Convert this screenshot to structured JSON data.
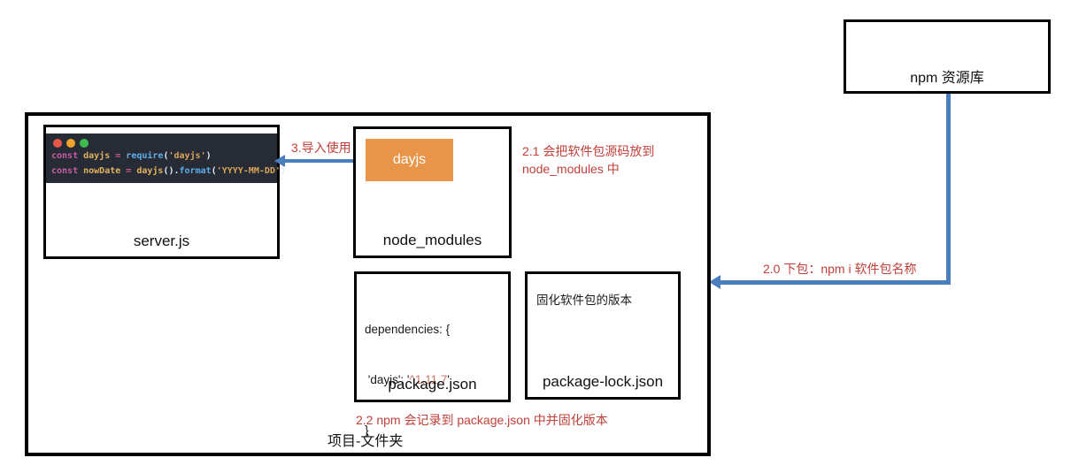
{
  "colors": {
    "annotation_red": "#c0403a",
    "arrow_blue": "#4a7ebd",
    "dayjs_box_orange": "#e8954a",
    "editor_background": "#262b36",
    "version_salmon": "#cd7b67"
  },
  "npm_repo": {
    "label": "npm 资源库"
  },
  "project": {
    "label": "项目-文件夹"
  },
  "editor": {
    "filename": "server.js",
    "code_lines": [
      {
        "tokens": [
          {
            "t": "const "
          },
          {
            "t": "dayjs "
          },
          {
            "t": "= "
          },
          {
            "t": "require"
          },
          {
            "t": "("
          },
          {
            "t": "'dayjs'"
          },
          {
            "t": ")"
          }
        ]
      },
      {
        "tokens": [
          {
            "t": "const "
          },
          {
            "t": "nowDate "
          },
          {
            "t": "= "
          },
          {
            "t": "dayjs"
          },
          {
            "t": "()."
          },
          {
            "t": "format"
          },
          {
            "t": "("
          },
          {
            "t": "'YYYY-MM-DD'"
          },
          {
            "t": ")"
          }
        ]
      }
    ]
  },
  "node_modules": {
    "label": "node_modules",
    "package_label": "dayjs"
  },
  "package_json": {
    "label": "package.json",
    "dep_line1": "dependencies: {",
    "dep_line2_prefix": " 'dayjs': '",
    "dep_line2_version": "^1.11.7",
    "dep_line2_suffix": "'",
    "dep_line3": "}"
  },
  "package_lock": {
    "label": "package-lock.json",
    "note": "固化软件包的版本"
  },
  "annotations": {
    "import_use": "3.导入使用",
    "put_source_line1": "2.1 会把软件包源码放到",
    "put_source_line2": "node_modules 中",
    "download": "2.0 下包：npm i 软件包名称",
    "record": "2.2 npm 会记录到 package.json 中并固化版本"
  }
}
